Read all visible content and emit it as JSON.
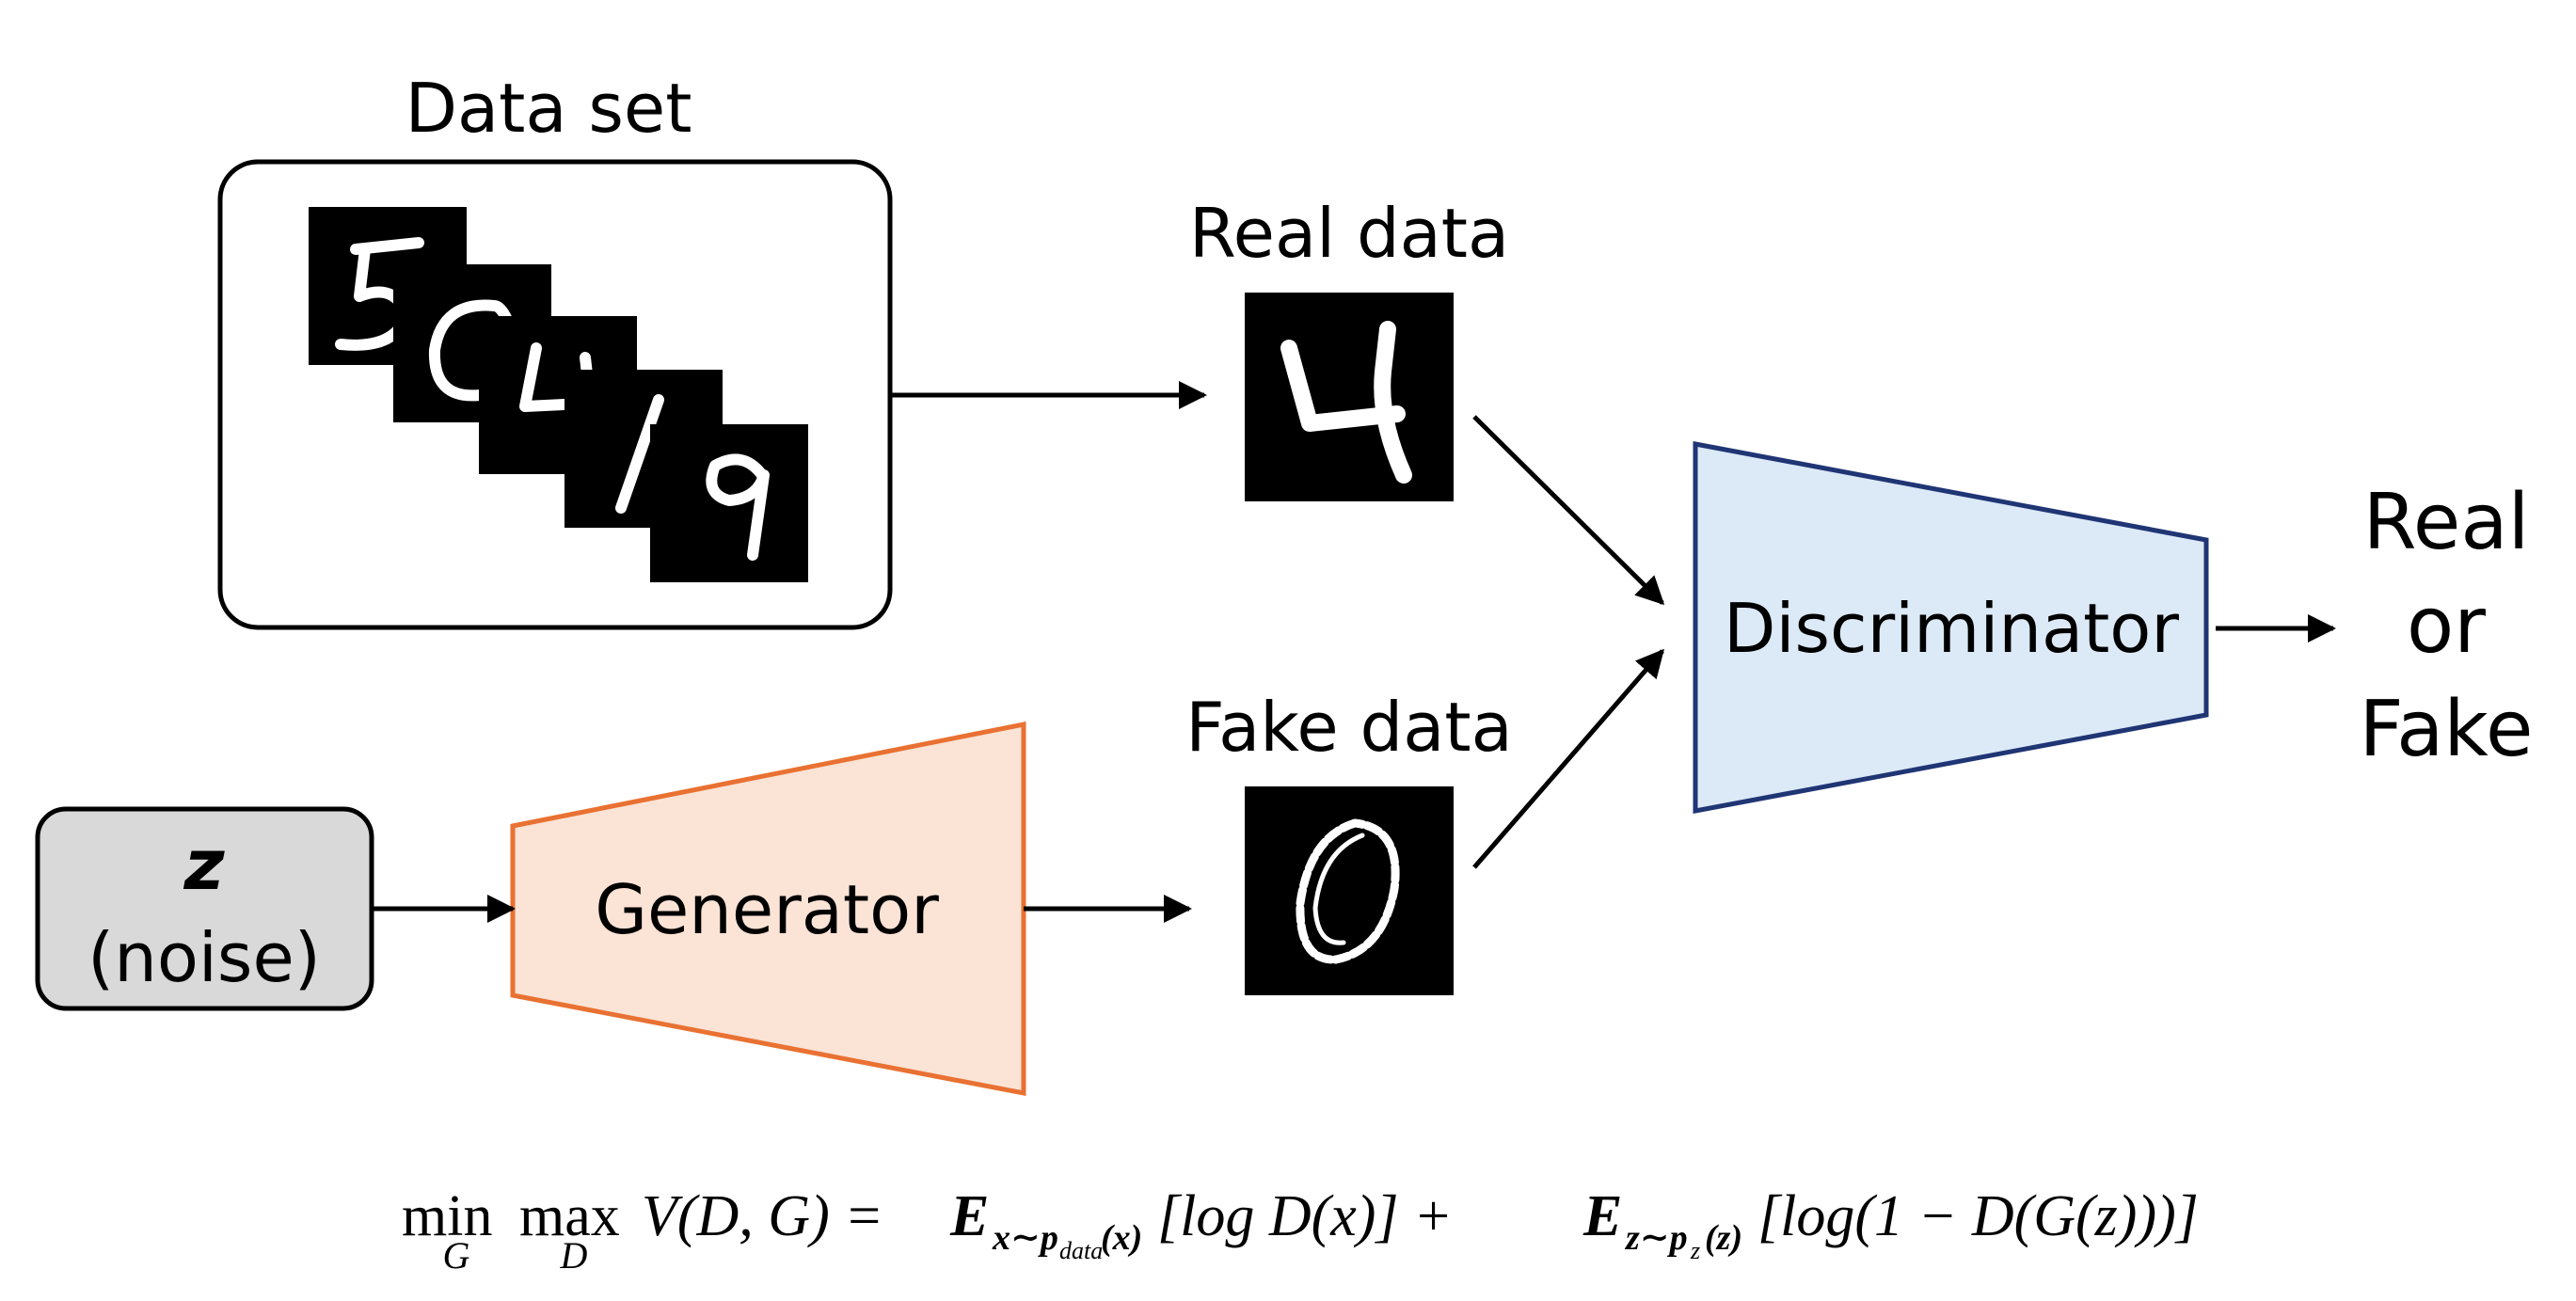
{
  "labels": {
    "dataset": "Data set",
    "real_data": "Real data",
    "fake_data": "Fake data",
    "discriminator": "Discriminator",
    "generator": "Generator",
    "noise_var": "z",
    "noise_desc": "(noise)",
    "output_line1": "Real",
    "output_line2": "or",
    "output_line3": "Fake"
  },
  "formula": {
    "min_op": "min",
    "min_sub": "G",
    "max_op": "max",
    "max_sub": "D",
    "lhs": "V(D, G) =",
    "e1": "E",
    "e1_sub": "x∼p",
    "e1_subsub": "data",
    "e1_sub_tail": "(x)",
    "term1": "[log D(x)] +",
    "e2": "E",
    "e2_sub": "z∼p",
    "e2_subsub": "z",
    "e2_sub_tail": "(z)",
    "term2": "[log(1 − D(G(z)))]"
  },
  "colors": {
    "generator_fill": "#FBE3D6",
    "generator_stroke": "#E97132",
    "discriminator_fill": "#DCE9F6",
    "discriminator_stroke": "#1F3574",
    "noise_fill": "#D9D9D9"
  },
  "icons": [
    "mnist-digit-5-icon",
    "mnist-digit-0-icon",
    "mnist-digit-4-icon",
    "mnist-digit-1-icon",
    "mnist-digit-9-icon",
    "mnist-real-digit-4-icon",
    "mnist-fake-digit-0-icon"
  ]
}
